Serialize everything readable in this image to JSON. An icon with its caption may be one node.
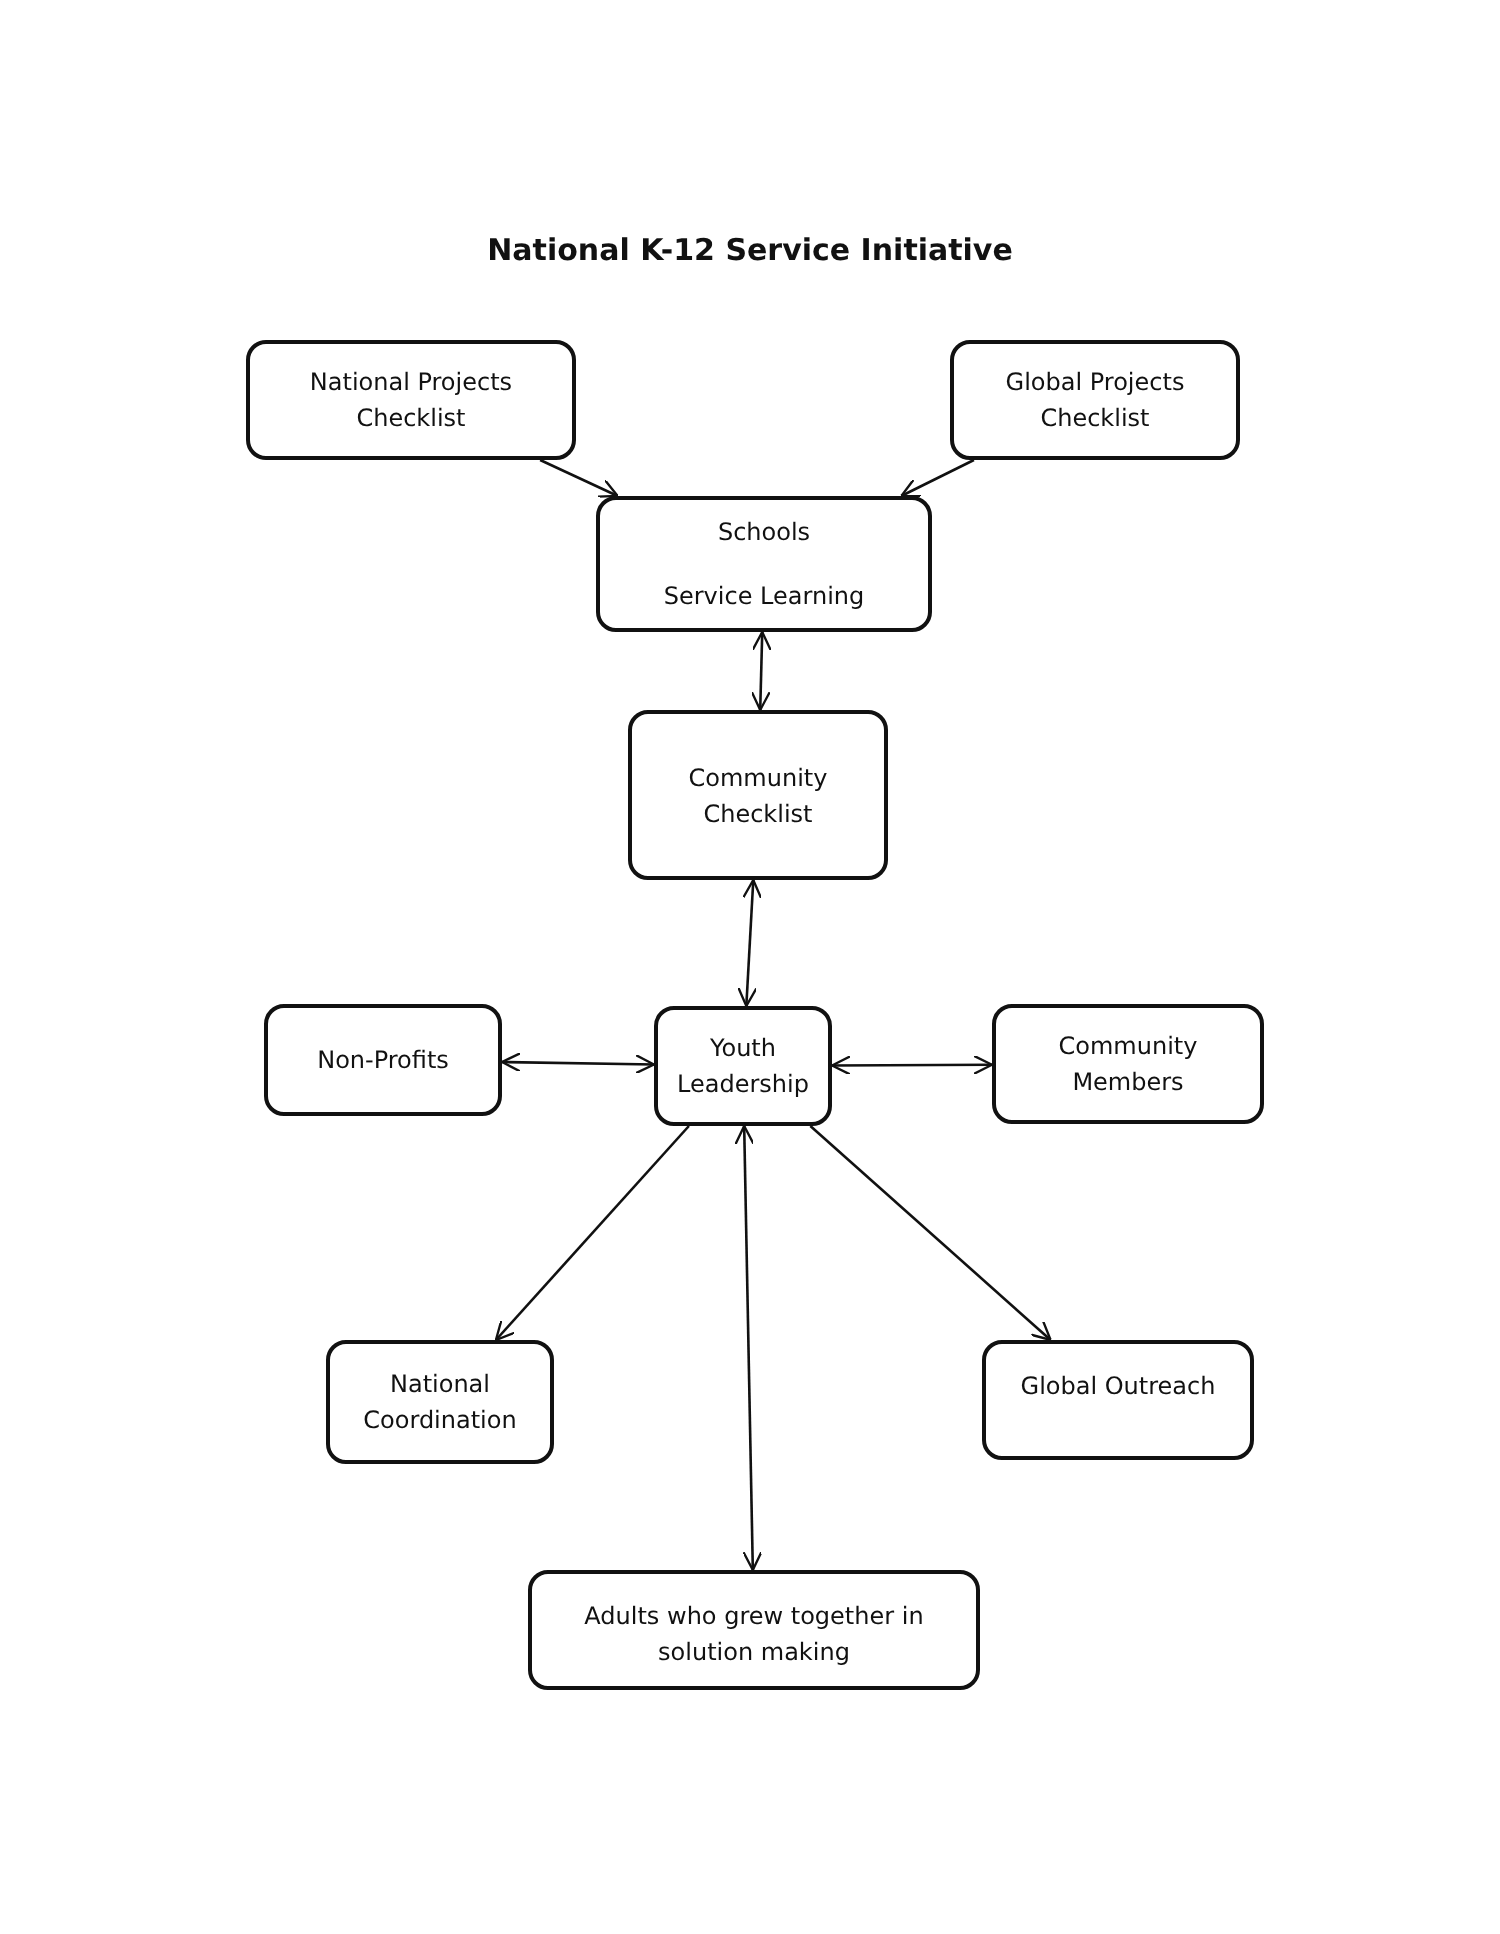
{
  "diagram": {
    "title": "National K-12 Service Initiative",
    "nodes": [
      {
        "text": [
          "National Projects Checklist"
        ]
      },
      {
        "text": [
          "Global Projects Checklist"
        ]
      },
      {
        "text": [
          "Schools",
          "Service Learning"
        ]
      },
      {
        "text": [
          "Community Checklist"
        ]
      },
      {
        "text": [
          "Non-Profits"
        ]
      },
      {
        "text": [
          "Youth Leadership"
        ]
      },
      {
        "text": [
          "Community Members"
        ]
      },
      {
        "text": [
          "National Coordination"
        ]
      },
      {
        "text": [
          "Global Outreach"
        ]
      },
      {
        "text": [
          "Adults who grew together in solution making"
        ]
      }
    ],
    "edges": [
      {
        "from": 0,
        "to": 2,
        "arrow": "to"
      },
      {
        "from": 1,
        "to": 2,
        "arrow": "to"
      },
      {
        "from": 2,
        "to": 3,
        "arrow": "both"
      },
      {
        "from": 3,
        "to": 5,
        "arrow": "both"
      },
      {
        "from": 5,
        "to": 4,
        "arrow": "both"
      },
      {
        "from": 5,
        "to": 6,
        "arrow": "both"
      },
      {
        "from": 5,
        "to": 7,
        "arrow": "to"
      },
      {
        "from": 5,
        "to": 8,
        "arrow": "to"
      },
      {
        "from": 5,
        "to": 9,
        "arrow": "both"
      }
    ]
  }
}
